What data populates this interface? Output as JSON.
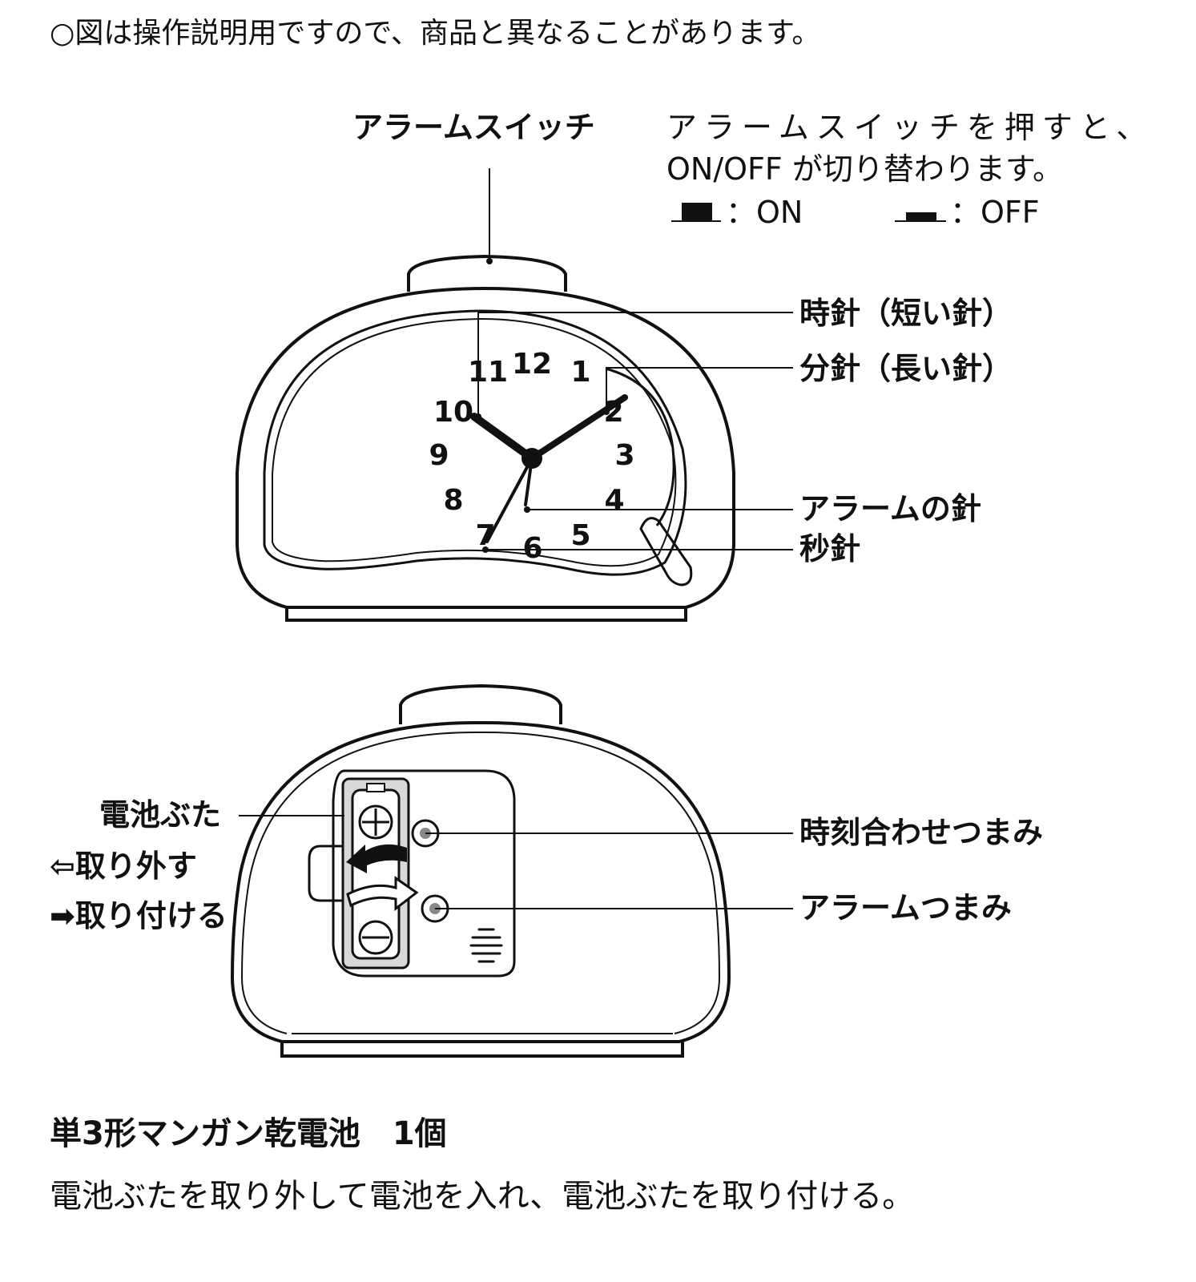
{
  "note": "○図は操作説明用ですので、商品と異なることがあります。",
  "front": {
    "alarm_switch_label": "アラームスイッチ",
    "alarm_switch_desc_1": "アラームスイッチを押すと、",
    "alarm_switch_desc_2": "ON/OFF が切り替わります。",
    "on_label": "：ON",
    "off_label": "：OFF",
    "hour_hand_label": "時針（短い針）",
    "minute_hand_label": "分針（長い針）",
    "alarm_hand_label": "アラームの針",
    "second_hand_label": "秒針",
    "dial_numbers": [
      "12",
      "1",
      "2",
      "3",
      "4",
      "5",
      "6",
      "7",
      "8",
      "9",
      "10",
      "11"
    ]
  },
  "back": {
    "battery_cover_label": "電池ぶた",
    "remove_label": "⇦取り外す",
    "attach_label": "➡取り付ける",
    "time_knob_label": "時刻合わせつまみ",
    "alarm_knob_label": "アラームつまみ"
  },
  "battery": {
    "title": "単3形マンガン乾電池　1個",
    "instruction": "電池ぶたを取り外して電池を入れ、電池ぶたを取り付ける。"
  }
}
